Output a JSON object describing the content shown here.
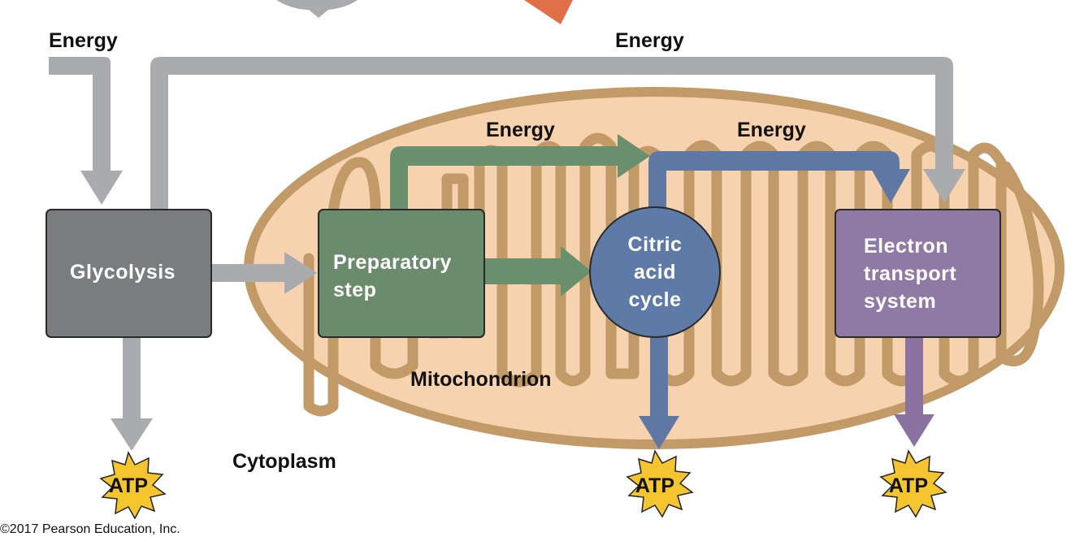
{
  "labels": {
    "energy_top_left": "Energy",
    "energy_top_right": "Energy",
    "energy_green": "Energy",
    "energy_blue": "Energy",
    "mitochondrion": "Mitochondrion",
    "cytoplasm": "Cytoplasm"
  },
  "boxes": {
    "glycolysis": "Glycolysis",
    "preparatory": [
      "Preparatory",
      "step"
    ],
    "citric": [
      "Citric",
      "acid",
      "cycle"
    ],
    "electron": [
      "Electron",
      "transport",
      "system"
    ]
  },
  "atp": [
    "ATP",
    "ATP",
    "ATP"
  ],
  "copyright": "©2017 Pearson Education, Inc.",
  "colors": {
    "gray_arrow": "#a9abae",
    "green_arrow": "#6a8f6c",
    "blue_arrow": "#5f77a3",
    "purple_arrow": "#8a73a0",
    "orange_arrow": "#e07048",
    "membrane": "#c29a68",
    "matrix": "#f6d2ae",
    "glycolysis_box": "#7b7c80",
    "preparatory_box": "#6a8b6c",
    "citric_circle": "#5d7ba6",
    "electron_box": "#8e7aa4",
    "atp_star": "#f4c52e"
  }
}
